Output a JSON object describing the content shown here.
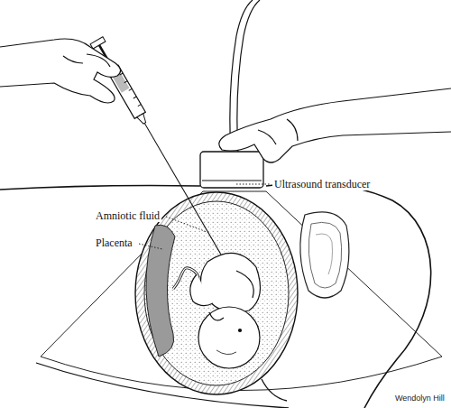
{
  "diagram": {
    "labels": [
      "Ultrasound transducer",
      "Amniotic fluid",
      "Placenta",
      "Wendolyn Hill"
    ]
  }
}
